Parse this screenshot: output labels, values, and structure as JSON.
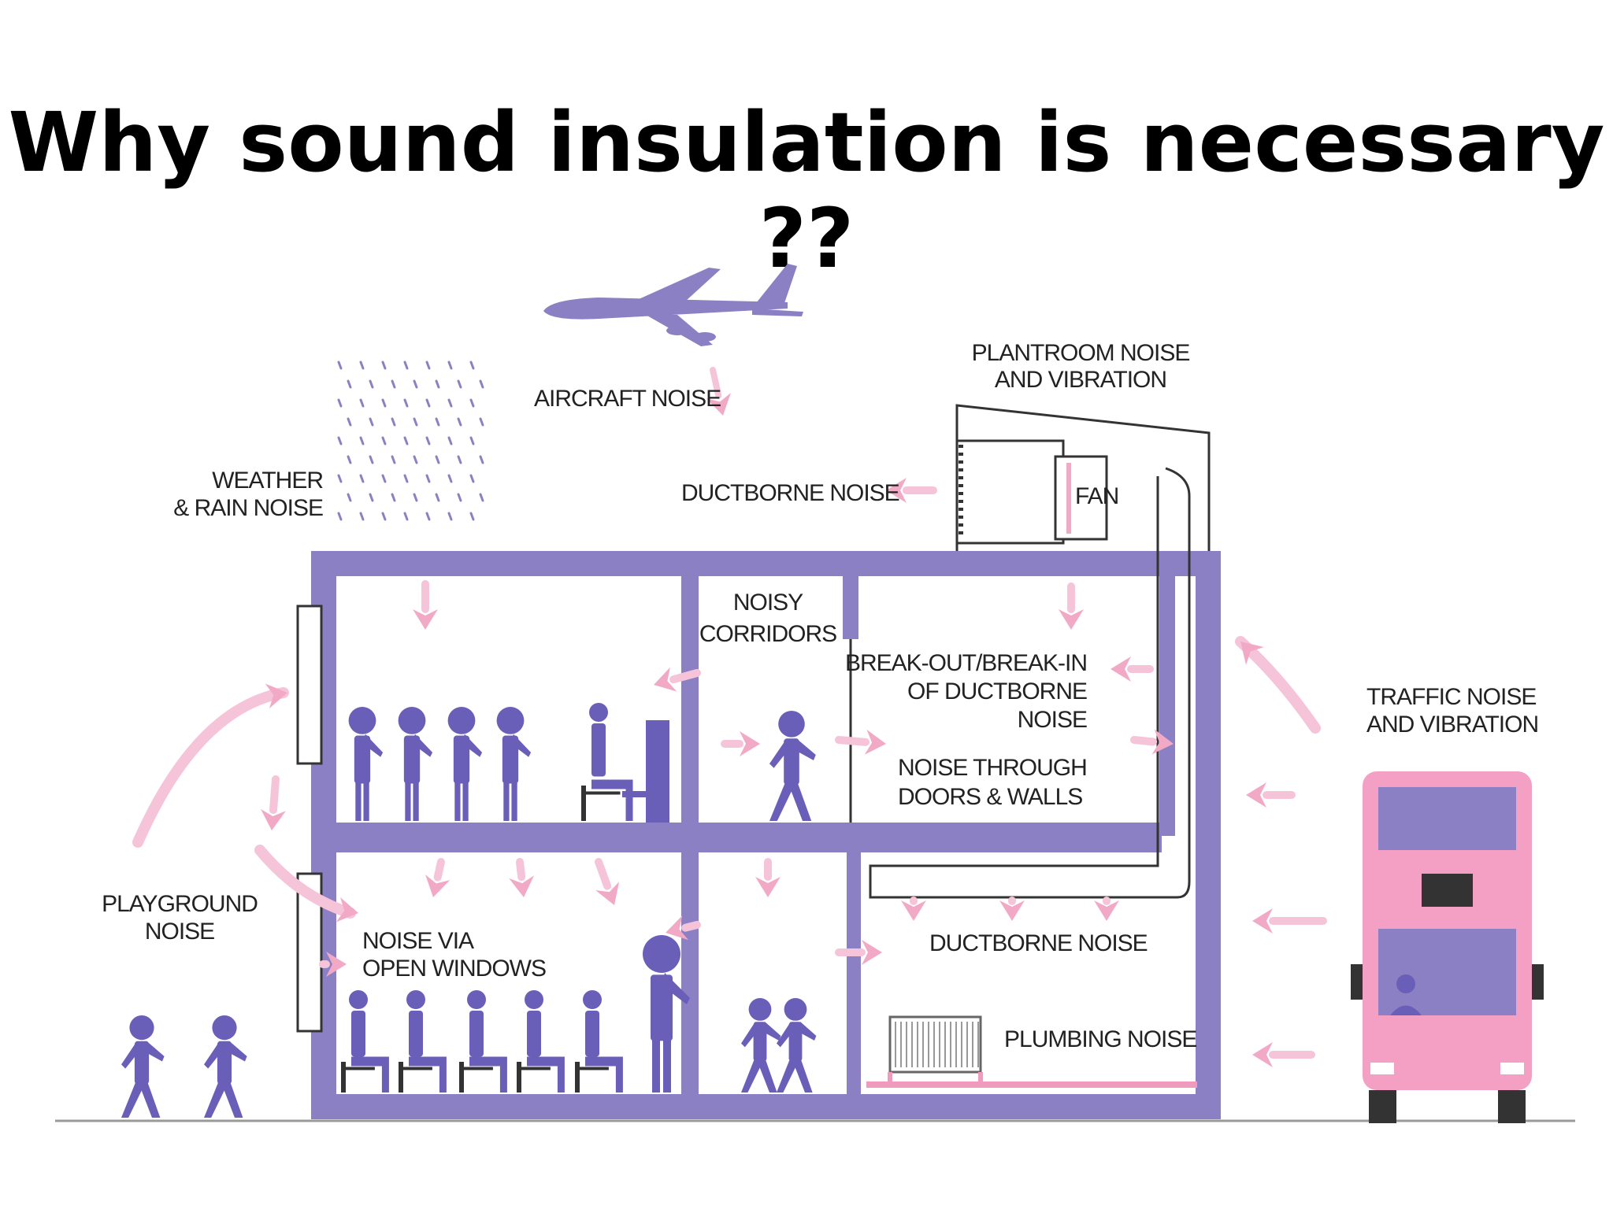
{
  "title": "Why sound insulation is necessary ??",
  "colors": {
    "building": "#8b80c4",
    "people": "#6a5fb8",
    "arrow": "#f2a9c6",
    "bus": "#f3a0c4",
    "ground": "#999999"
  },
  "labels": {
    "aircraft": [
      "AIRCRAFT NOISE"
    ],
    "weather": [
      "WEATHER",
      "& RAIN NOISE"
    ],
    "ductborne_top": [
      "DUCTBORNE NOISE"
    ],
    "plantroom": [
      "PLANTROOM NOISE",
      "AND VIBRATION"
    ],
    "fan": [
      "FAN"
    ],
    "corridors": [
      "NOISY",
      "CORRIDORS"
    ],
    "breakout": [
      "BREAK-OUT/BREAK-IN",
      "OF DUCTBORNE",
      "NOISE"
    ],
    "doors": [
      "NOISE THROUGH",
      "DOORS & WALLS"
    ],
    "traffic": [
      "TRAFFIC NOISE",
      "AND VIBRATION"
    ],
    "playground": [
      "PLAYGROUND",
      "NOISE"
    ],
    "windows": [
      "NOISE VIA",
      "OPEN WINDOWS"
    ],
    "ductborne_low": [
      "DUCTBORNE NOISE"
    ],
    "plumbing": [
      "PLUMBING NOISE"
    ]
  },
  "icons": [
    "aircraft-icon",
    "rain-icon",
    "fan-icon",
    "bus-icon",
    "radiator-icon",
    "person-icon",
    "piano-icon",
    "noise-arrow-icon"
  ]
}
